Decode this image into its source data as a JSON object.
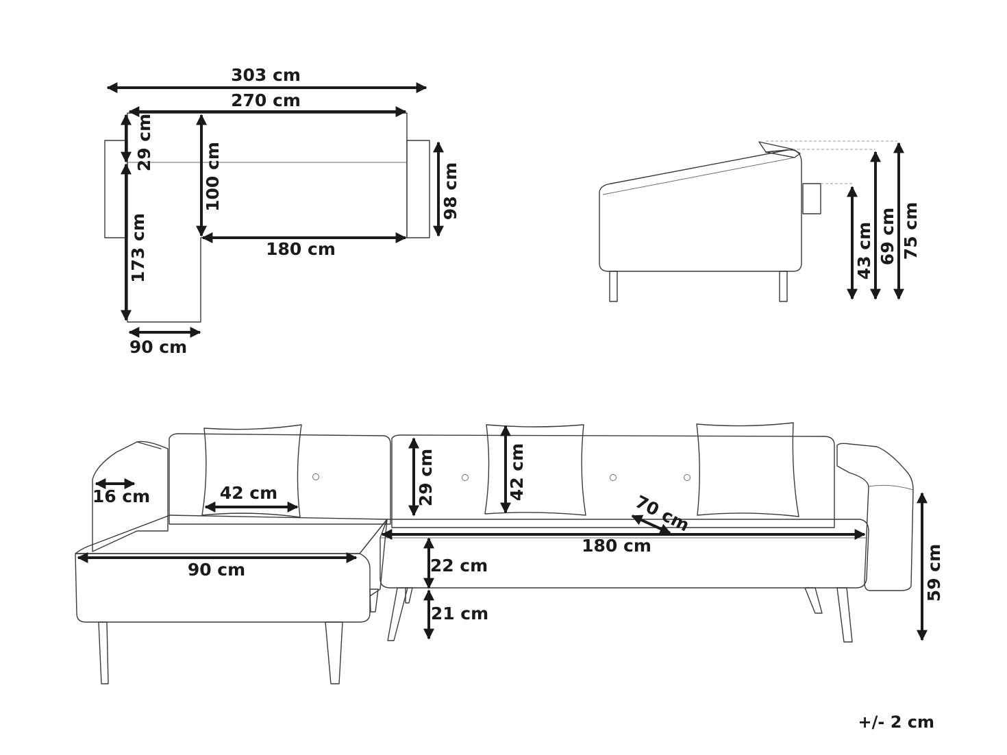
{
  "top_view": {
    "overall_width": "303 cm",
    "seat_width": "270 cm",
    "backrest_depth": "29 cm",
    "sofa_depth": "100 cm",
    "armrest_depth": "98 cm",
    "middle_length": "180 cm",
    "chaise_length": "173 cm",
    "chaise_width": "90 cm"
  },
  "side_view": {
    "seat_height": "43 cm",
    "arm_height": "69 cm",
    "total_height": "75 cm"
  },
  "front_view": {
    "arm_width": "16 cm",
    "cushion_width": "42 cm",
    "cushion_height": "42 cm",
    "back_height": "29 cm",
    "seat_depth": "70 cm",
    "seat_width": "180 cm",
    "chaise_width": "90 cm",
    "seat_thickness": "22 cm",
    "leg_height": "21 cm",
    "total_height": "59 cm"
  },
  "tolerance": "+/- 2 cm"
}
